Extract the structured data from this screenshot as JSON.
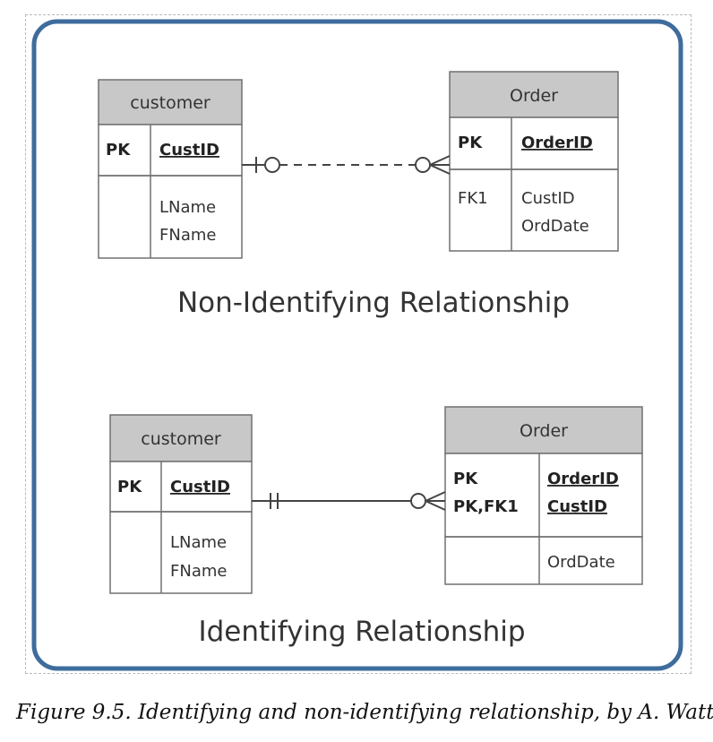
{
  "non_identifying": {
    "customer": {
      "title": "customer",
      "pk_label": "PK",
      "pk_field": "CustID",
      "attributes": [
        "LName",
        "FName"
      ]
    },
    "order": {
      "title": "Order",
      "pk_label": "PK",
      "pk_field": "OrderID",
      "fk_label": "FK1",
      "attributes": [
        "CustID",
        "OrdDate"
      ]
    },
    "relationship": {
      "label": "Non-Identifying Relationship",
      "line_style": "dashed",
      "left_cardinality": "zero-or-one",
      "right_cardinality": "zero-or-many"
    }
  },
  "identifying": {
    "customer": {
      "title": "customer",
      "pk_label": "PK",
      "pk_field": "CustID",
      "attributes": [
        "LName",
        "FName"
      ]
    },
    "order": {
      "title": "Order",
      "pk_labels": [
        "PK",
        "PK,FK1"
      ],
      "pk_fields": [
        "OrderID",
        "CustID"
      ],
      "attributes": [
        "OrdDate"
      ]
    },
    "relationship": {
      "label": "Identifying Relationship",
      "line_style": "solid",
      "left_cardinality": "exactly-one",
      "right_cardinality": "zero-or-many"
    }
  },
  "colors": {
    "frame_border": "#3e6c9c",
    "entity_header": "#c8c8c8",
    "entity_border": "#707070",
    "line": "#444444"
  },
  "caption": "Figure 9.5. Identifying and non-identifying relationship, by A. Watt."
}
